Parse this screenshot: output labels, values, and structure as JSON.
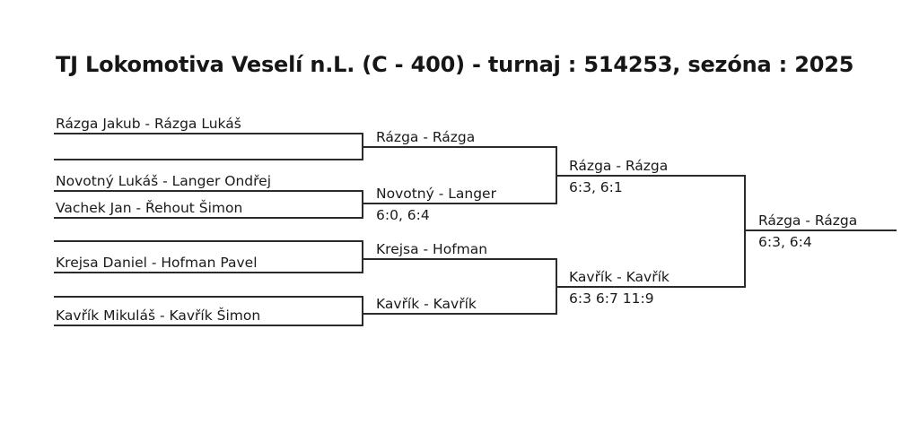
{
  "header": {
    "title": "TJ Lokomotiva Veselí n.L. (C - 400) - turnaj : 514253, sezóna : 2025",
    "club": "TJ Lokomotiva Veselí n.L.",
    "category": "C - 400",
    "tournament_id": "514253",
    "season": "2025"
  },
  "bracket": {
    "type": "single-elimination",
    "sport": "tennis-doubles",
    "rounds": [
      {
        "name": "round-1",
        "matches": [
          {
            "slots": [
              {
                "label": "Rázga Jakub - Rázga Lukáš"
              },
              {
                "label": ""
              }
            ]
          },
          {
            "slots": [
              {
                "label": "Novotný Lukáš - Langer Ondřej"
              },
              {
                "label": "Vachek Jan - Řehout Šimon"
              }
            ]
          },
          {
            "slots": [
              {
                "label": ""
              },
              {
                "label": "Krejsa Daniel - Hofman Pavel"
              }
            ]
          },
          {
            "slots": [
              {
                "label": ""
              },
              {
                "label": "Kavřík Mikuláš - Kavřík Šimon"
              }
            ]
          }
        ]
      },
      {
        "name": "round-2",
        "matches": [
          {
            "winner": "Rázga - Rázga",
            "score": ""
          },
          {
            "winner": "Novotný - Langer",
            "score": "6:0, 6:4"
          },
          {
            "winner": "Krejsa - Hofman",
            "score": ""
          },
          {
            "winner": "Kavřík - Kavřík",
            "score": ""
          }
        ]
      },
      {
        "name": "semifinal",
        "matches": [
          {
            "winner": "Rázga - Rázga",
            "score": "6:3, 6:1"
          },
          {
            "winner": "Kavřík - Kavřík",
            "score": "6:3 6:7 11:9"
          }
        ]
      },
      {
        "name": "final",
        "matches": [
          {
            "winner": "Rázga - Rázga",
            "score": "6:3, 6:4"
          }
        ]
      }
    ]
  },
  "colors": {
    "line": "#2b2b2b",
    "text": "#1a1a1a",
    "background": "#ffffff"
  }
}
